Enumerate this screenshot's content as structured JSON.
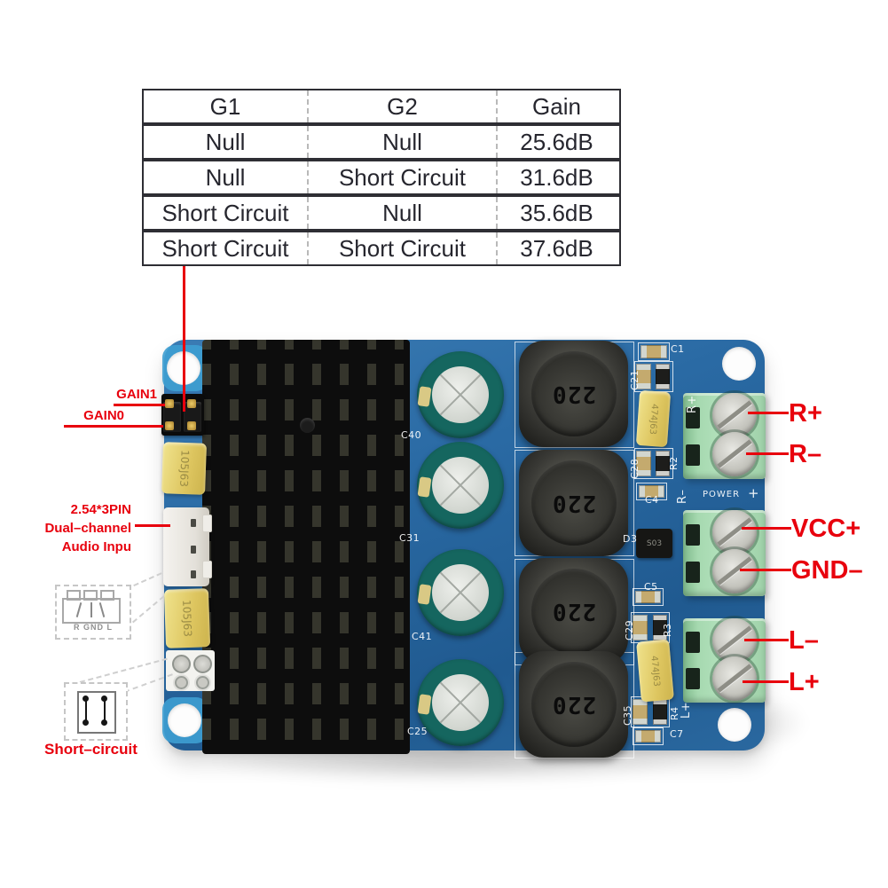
{
  "gain_table": {
    "headers": [
      "G1",
      "G2",
      "Gain"
    ],
    "rows": [
      [
        "Null",
        "Null",
        "25.6dB"
      ],
      [
        "Null",
        "Short Circuit",
        "31.6dB"
      ],
      [
        "Short Circuit",
        "Null",
        "35.6dB"
      ],
      [
        "Short Circuit",
        "Short Circuit",
        "37.6dB"
      ]
    ]
  },
  "annotations": {
    "left": {
      "gain1": "GAIN1",
      "gain0": "GAIN0",
      "audio_line1": "2.54*3PIN",
      "audio_line2": "Dual–channel",
      "audio_line3": "Audio Inpu",
      "short_circuit": "Short–circuit"
    },
    "right": {
      "r_plus": "R+",
      "r_minus": "R–",
      "vcc_plus": "VCC+",
      "gnd_minus": "GND–",
      "l_minus": "L–",
      "l_plus": "L+"
    }
  },
  "callouts": {
    "audio_pinout_pins": "R GND L"
  },
  "board": {
    "markings": {
      "inductor": "220",
      "film_cap_right": "474J63",
      "film_cap_left": "105J63",
      "diode": "S03"
    },
    "silkscreen": {
      "c40": "C40",
      "c31": "C31",
      "c41": "C41",
      "c25": "C25",
      "c1": "C1",
      "c21": "C21",
      "c28": "C28",
      "r2": "R2",
      "c4": "C4",
      "d3": "D3",
      "c5": "C5",
      "c29": "C29",
      "r3": "R3",
      "c35": "C35",
      "r4": "R4",
      "c7": "C7",
      "power": "POWER",
      "plus": "+",
      "r_plus": "R+",
      "r_minus": "R–",
      "l_plus": "L+"
    }
  },
  "colors": {
    "annotation_red": "#e8000d",
    "board_blue": "#2a6aa4",
    "terminal_green": "#a6d9b0",
    "heatsink_black": "#0d0d0d",
    "cap_teal": "#15665f",
    "film_cap_yellow": "#ddc55f"
  }
}
